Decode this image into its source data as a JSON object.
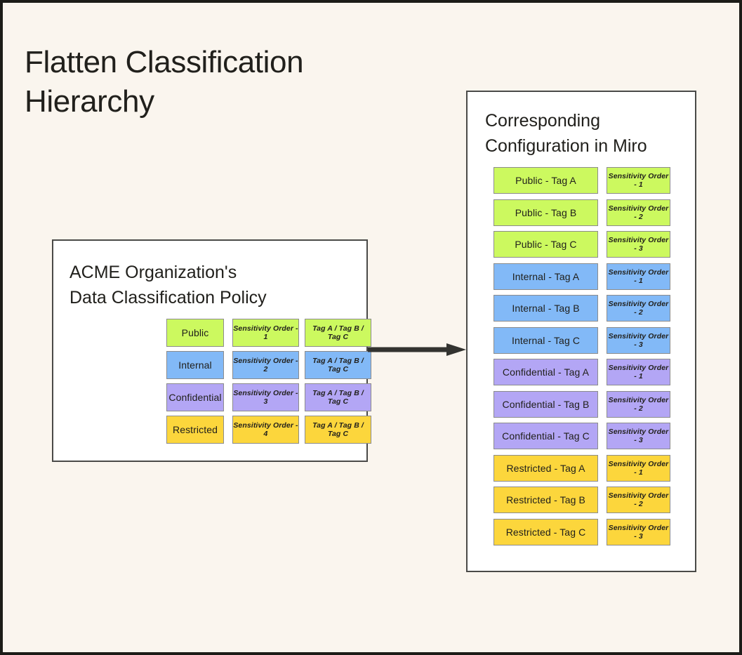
{
  "title": "Flatten Classification\nHierarchy",
  "colors": {
    "background": "#faf5ee",
    "border": "#1c1c18",
    "panel_background": "#ffffff",
    "panel_border": "#4a4a48",
    "arrow": "#333330",
    "green": "#ccf95f",
    "blue": "#82b9f7",
    "purple": "#b3a6f5",
    "yellow": "#fcd63c"
  },
  "left_panel": {
    "title": "ACME Organization's\nData Classification Policy",
    "rows": [
      {
        "name": "Public",
        "order": "Sensitivity Order - 1",
        "tags": "Tag A / Tag B / Tag C",
        "color": "green"
      },
      {
        "name": "Internal",
        "order": "Sensitivity Order - 2",
        "tags": "Tag A / Tag B / Tag C",
        "color": "blue"
      },
      {
        "name": "Confidential",
        "order": "Sensitivity Order - 3",
        "tags": "Tag A / Tag B / Tag C",
        "color": "purple"
      },
      {
        "name": "Restricted",
        "order": "Sensitivity Order - 4",
        "tags": "Tag A / Tag B / Tag C",
        "color": "yellow"
      }
    ]
  },
  "right_panel": {
    "title": "Corresponding\nConfiguration in Miro",
    "rows": [
      {
        "name": "Public - Tag A",
        "order": "Sensitivity Order - 1",
        "color": "green"
      },
      {
        "name": "Public - Tag B",
        "order": "Sensitivity Order - 2",
        "color": "green"
      },
      {
        "name": "Public - Tag C",
        "order": "Sensitivity Order - 3",
        "color": "green"
      },
      {
        "name": "Internal - Tag A",
        "order": "Sensitivity Order - 1",
        "color": "blue"
      },
      {
        "name": "Internal - Tag B",
        "order": "Sensitivity Order - 2",
        "color": "blue"
      },
      {
        "name": "Internal - Tag C",
        "order": "Sensitivity Order - 3",
        "color": "blue"
      },
      {
        "name": "Confidential - Tag A",
        "order": "Sensitivity Order - 1",
        "color": "purple"
      },
      {
        "name": "Confidential - Tag B",
        "order": "Sensitivity Order - 2",
        "color": "purple"
      },
      {
        "name": "Confidential - Tag C",
        "order": "Sensitivity Order - 3",
        "color": "purple"
      },
      {
        "name": "Restricted - Tag A",
        "order": "Sensitivity Order - 1",
        "color": "yellow"
      },
      {
        "name": "Restricted - Tag B",
        "order": "Sensitivity Order - 2",
        "color": "yellow"
      },
      {
        "name": "Restricted - Tag C",
        "order": "Sensitivity Order - 3",
        "color": "yellow"
      }
    ]
  },
  "arrow": {
    "icon": "arrow-right-icon",
    "direction": "right"
  }
}
